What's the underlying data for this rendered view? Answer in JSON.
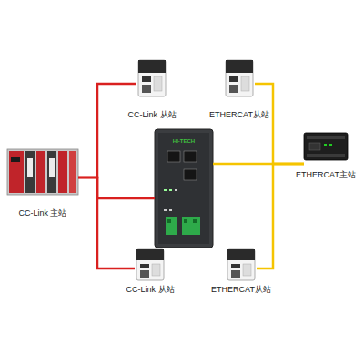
{
  "diagram": {
    "nodes": [
      {
        "text": [
          "CC-Link 从站"
        ]
      },
      {
        "text": [
          "ETHERCAT从站"
        ]
      },
      {
        "text": [
          "CC-Link 主站"
        ]
      },
      {
        "text": [
          "HI-TECH"
        ]
      },
      {
        "text": [
          "ETHERCAT主站"
        ]
      },
      {
        "text": [
          "CC-Link 从站"
        ]
      },
      {
        "text": [
          "ETHERCAT从站"
        ]
      }
    ],
    "edges": [
      {
        "from": 2,
        "to": 3,
        "arrow": "none"
      },
      {
        "from": 2,
        "to": 0,
        "arrow": "none"
      },
      {
        "from": 2,
        "to": 5,
        "arrow": "none"
      },
      {
        "from": 3,
        "to": 4,
        "arrow": "none"
      },
      {
        "from": 4,
        "to": 1,
        "arrow": "none"
      },
      {
        "from": 4,
        "to": 6,
        "arrow": "none"
      }
    ]
  }
}
